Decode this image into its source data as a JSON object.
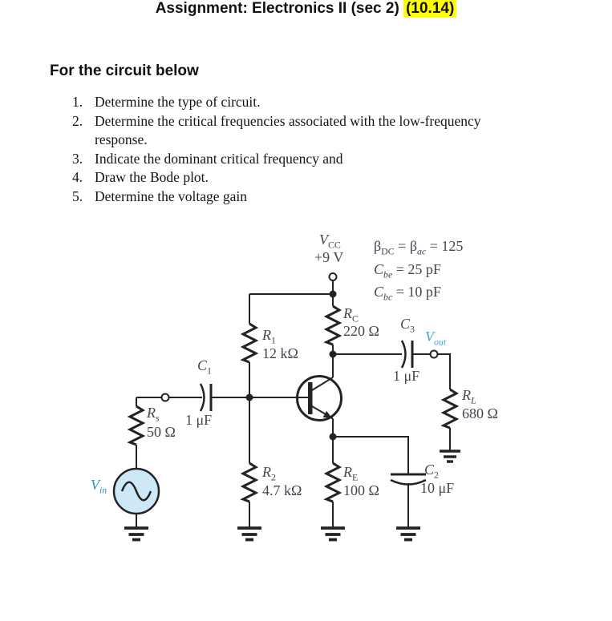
{
  "title": {
    "text": "Assignment: Electronics II (sec 2)",
    "highlight": "(10.14)"
  },
  "heading": "For the circuit below",
  "tasks": [
    {
      "num": "1.",
      "text": "Determine the type of circuit."
    },
    {
      "num": "2.",
      "text": "Determine the critical frequencies associated with the low-frequency response."
    },
    {
      "num": "3.",
      "text": "Indicate the dominant critical frequency and"
    },
    {
      "num": "4.",
      "text": "Draw the Bode plot."
    },
    {
      "num": "5.",
      "text": "Determine the voltage gain"
    }
  ],
  "circuit": {
    "supply": {
      "label": [
        {
          "i": "V"
        },
        {
          "sub": "CC"
        }
      ],
      "value": "+9 V"
    },
    "parameters": [
      [
        {
          "t": "β"
        },
        {
          "sub": "DC"
        },
        {
          "t": " = β"
        },
        {
          "subi": "ac"
        },
        {
          "t": " = 125"
        }
      ],
      [
        {
          "i": "C"
        },
        {
          "subi": "be"
        },
        {
          "t": " = 25 pF"
        }
      ],
      [
        {
          "i": "C"
        },
        {
          "subi": "bc"
        },
        {
          "t": " = 10 pF"
        }
      ]
    ],
    "components": {
      "r1": {
        "label": [
          {
            "i": "R"
          },
          {
            "sub": "1"
          }
        ],
        "value": "12 kΩ"
      },
      "rc": {
        "label": [
          {
            "i": "R"
          },
          {
            "sub": "C"
          }
        ],
        "value": "220 Ω"
      },
      "c3": {
        "label": [
          {
            "i": "C"
          },
          {
            "sub": "3"
          }
        ],
        "value": "1 μF"
      },
      "vout": {
        "label": [
          {
            "i": "V"
          },
          {
            "subi": "out"
          }
        ]
      },
      "c1": {
        "label": [
          {
            "i": "C"
          },
          {
            "sub": "1"
          }
        ],
        "value": "1 μF"
      },
      "rs": {
        "label": [
          {
            "i": "R"
          },
          {
            "subi": "s"
          }
        ],
        "value": "50 Ω"
      },
      "vin": {
        "label": [
          {
            "i": "V"
          },
          {
            "subi": "in"
          }
        ]
      },
      "rl": {
        "label": [
          {
            "i": "R"
          },
          {
            "subi": "L"
          }
        ],
        "value": "680 Ω"
      },
      "r2": {
        "label": [
          {
            "i": "R"
          },
          {
            "sub": "2"
          }
        ],
        "value": "4.7 kΩ"
      },
      "re": {
        "label": [
          {
            "i": "R"
          },
          {
            "sub": "E"
          }
        ],
        "value": "100 Ω"
      },
      "c2": {
        "label": [
          {
            "i": "C"
          },
          {
            "sub": "2"
          }
        ],
        "value": "10 μF"
      }
    },
    "colors": {
      "highlight": "#ffff00",
      "label_text": "#3f4750",
      "wire": "#232323",
      "vin_blue": "#2e8fc6",
      "vout_blue": "#41a5d9",
      "source_fill": "#cde9f7"
    }
  }
}
